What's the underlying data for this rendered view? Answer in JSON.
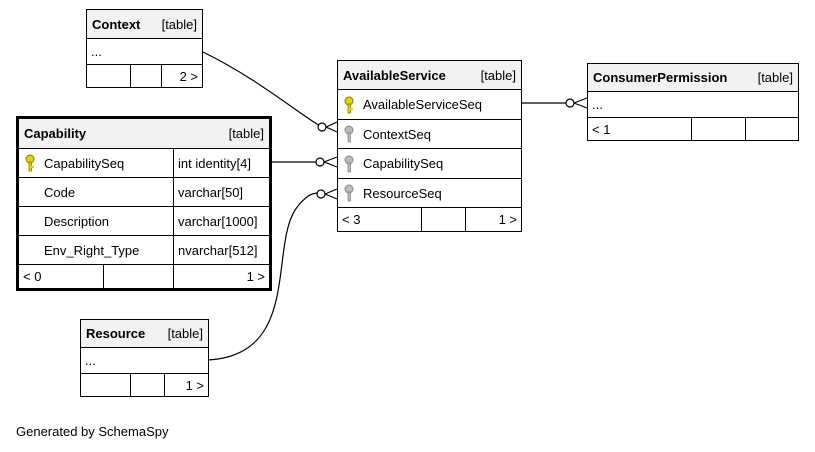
{
  "tables": {
    "context": {
      "name": "Context",
      "tag": "[table]",
      "rows": [
        "..."
      ],
      "footer": [
        "",
        "",
        "2 >"
      ]
    },
    "available_service": {
      "name": "AvailableService",
      "tag": "[table]",
      "columns": [
        {
          "name": "AvailableServiceSeq",
          "key": "primary"
        },
        {
          "name": "ContextSeq",
          "key": "foreign"
        },
        {
          "name": "CapabilitySeq",
          "key": "foreign"
        },
        {
          "name": "ResourceSeq",
          "key": "foreign"
        }
      ],
      "footer": [
        "< 3",
        "",
        "1 >"
      ]
    },
    "consumer_permission": {
      "name": "ConsumerPermission",
      "tag": "[table]",
      "rows": [
        "..."
      ],
      "footer": [
        "< 1",
        "",
        ""
      ]
    },
    "capability": {
      "name": "Capability",
      "tag": "[table]",
      "columns": [
        {
          "name": "CapabilitySeq",
          "type": "int identity[4]",
          "key": "primary"
        },
        {
          "name": "Code",
          "type": "varchar[50]",
          "key": "none"
        },
        {
          "name": "Description",
          "type": "varchar[1000]",
          "key": "none"
        },
        {
          "name": "Env_Right_Type",
          "type": "nvarchar[512]",
          "key": "none"
        }
      ],
      "footer": [
        "< 0",
        "",
        "1 >"
      ]
    },
    "resource": {
      "name": "Resource",
      "tag": "[table]",
      "rows": [
        "..."
      ],
      "footer": [
        "",
        "",
        "1 >"
      ]
    }
  },
  "relationships": [
    {
      "from": "AvailableService.ContextSeq",
      "to": "Context"
    },
    {
      "from": "AvailableService.CapabilitySeq",
      "to": "Capability.CapabilitySeq"
    },
    {
      "from": "AvailableService.ResourceSeq",
      "to": "Resource"
    },
    {
      "from": "ConsumerPermission",
      "to": "AvailableService.AvailableServiceSeq"
    }
  ],
  "colors": {
    "primary_key": "#e6d200",
    "foreign_key": "#aaaaaa",
    "header_bg": "#f2f2f2"
  },
  "credit": "Generated by SchemaSpy"
}
